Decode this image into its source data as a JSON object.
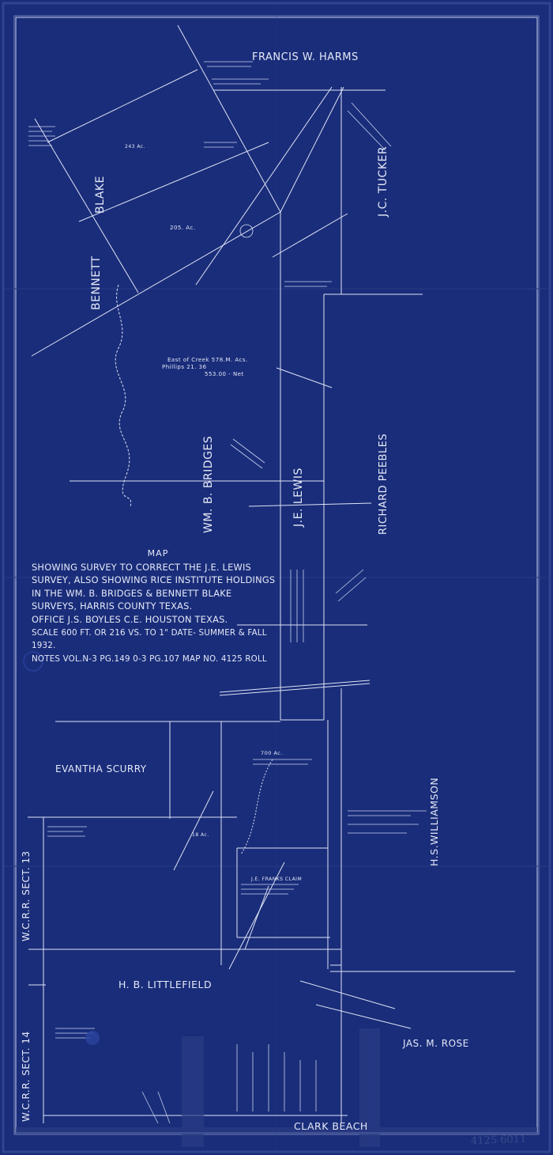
{
  "map": {
    "title_lines": [
      "MAP",
      "SHOWING SURVEY TO CORRECT THE J.E. LEWIS",
      "SURVEY, ALSO SHOWING RICE INSTITUTE HOLDINGS",
      "IN THE WM. B. BRIDGES & BENNETT BLAKE",
      "SURVEYS, HARRIS COUNTY TEXAS.",
      "OFFICE J.S. BOYLES C.E. HOUSTON TEXAS.",
      "SCALE 600 FT. OR 216 VS. TO 1\"    DATE- SUMMER & FALL 1932.",
      "NOTES VOL.N-3 PG.149 0-3 PG.107       MAP NO. 4125 ROLL"
    ],
    "survey_labels": {
      "francis_harms": "FRANCIS W. HARMS",
      "bennett": "BENNETT",
      "blake": "BLAKE",
      "jc_tucker": "J.C. TUCKER",
      "wm_bridges": "WM. B. BRIDGES",
      "je_lewis": "J.E. LEWIS",
      "richard_peebles": "RICHARD PEEBLES",
      "evantha_scurry": "EVANTHA SCURRY",
      "hs_williamson": "H.S.WILLIAMSON",
      "wcrr_13": "W.C.R.R. SECT. 13",
      "wcrr_14": "W.C.R.R. SECT. 14",
      "hb_littlefield": "H. B. LITTLEFIELD",
      "jas_rose": "JAS. M. ROSE",
      "clark_beach": "CLARK BEACH"
    },
    "acreage": {
      "a1": "243 Ac.",
      "a2": "205. Ac.",
      "east_creek": "East of Creek   578.M. Acs.",
      "phillips": "Phillips      21. 36",
      "net": "553.00 - Net",
      "a700": "700 Ac.",
      "jefranks": "J.E. FRANKS CLAIM",
      "a18": "18 Ac."
    },
    "sheet_number": "4125 6011"
  },
  "colors": {
    "paper": "#1a2d7a",
    "ink": "#e4e9f7"
  }
}
